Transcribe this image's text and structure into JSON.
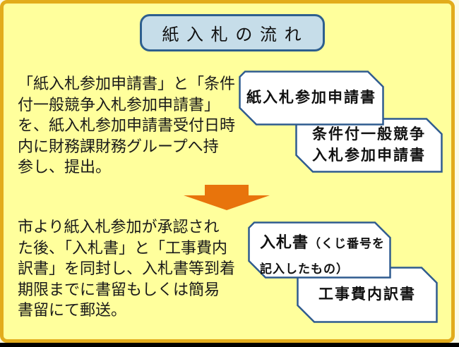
{
  "title": {
    "text": "紙 入 札 の 流 れ"
  },
  "steps": [
    {
      "lines": [
        "「紙入札参加申請書」と「条件",
        "付一般競争入札参加申請書」",
        "を、紙入札参加申請書受付日時",
        "内に財務課財務グループへ持",
        "参し、提出。"
      ],
      "documents": [
        {
          "label": "紙入札参加申請書"
        },
        {
          "label_line1": "条件付一般競争",
          "label_line2": "入札参加申請書"
        }
      ]
    },
    {
      "lines": [
        "市より紙入札参加が承認され",
        "た後、「入札書」と「工事費内",
        "訳書」を同封し、入札書等到着",
        "期限までに書留もしくは簡易",
        "書留にて郵送。"
      ],
      "documents": [
        {
          "label_main": "入札書",
          "label_note1": "（くじ番号を",
          "label_note2": "記入したもの）"
        },
        {
          "label": "工事費内訳書"
        }
      ]
    }
  ],
  "icons": {
    "arrow": "down-arrow"
  },
  "colors": {
    "page_background": "#FFFF9C",
    "outer_border": "#E2AC1C",
    "title_fill": "#C6DDE9",
    "title_border": "#2E5F8E",
    "card_fill": "#FFFFFF",
    "card_border": "#2F5B8F",
    "arrow": "#E8740C",
    "text": "#1A1A1A",
    "bottom_strip": "#000000"
  }
}
